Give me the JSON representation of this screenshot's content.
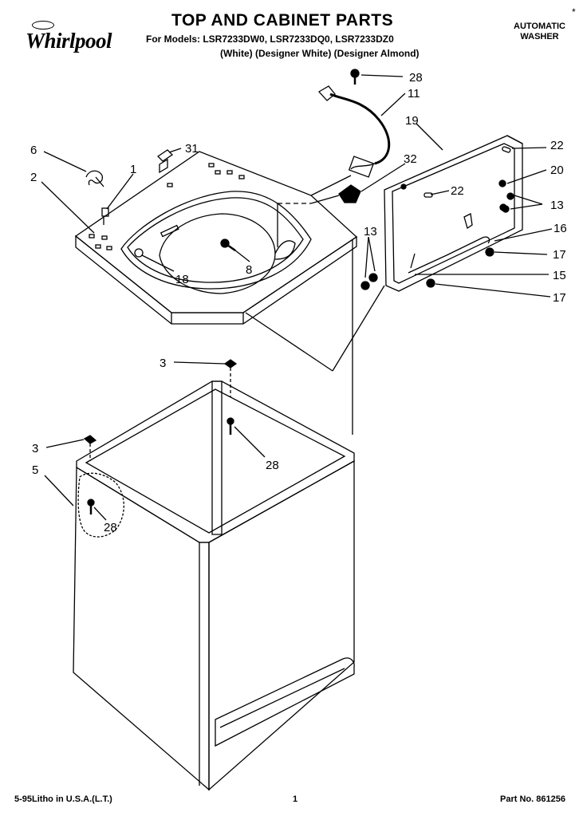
{
  "header": {
    "brand": "Whirlpool",
    "title": "TOP AND CABINET PARTS",
    "models_line": "For Models: LSR7233DW0, LSR7233DQ0, LSR7233DZ0",
    "variants_line": "(White) (Designer White) (Designer Almond)",
    "product_line1": "AUTOMATIC",
    "product_line2": "WASHER",
    "corner_mark": "*"
  },
  "callouts": {
    "c28a": "28",
    "c11": "11",
    "c19": "19",
    "c6": "6",
    "c31": "31",
    "c22a": "22",
    "c1": "1",
    "c32": "32",
    "c20": "20",
    "c2": "2",
    "c22b": "22",
    "c13a": "13",
    "c16": "16",
    "c13b": "13",
    "c17a": "17",
    "c8": "8",
    "c15": "15",
    "c18": "18",
    "c17b": "17",
    "c3a": "3",
    "c3b": "3",
    "c28b": "28",
    "c5": "5",
    "c28c": "28"
  },
  "footer": {
    "left": "5-95Litho in U.S.A.(L.T.)",
    "page": "1",
    "part_no": "Part No. 861256"
  }
}
